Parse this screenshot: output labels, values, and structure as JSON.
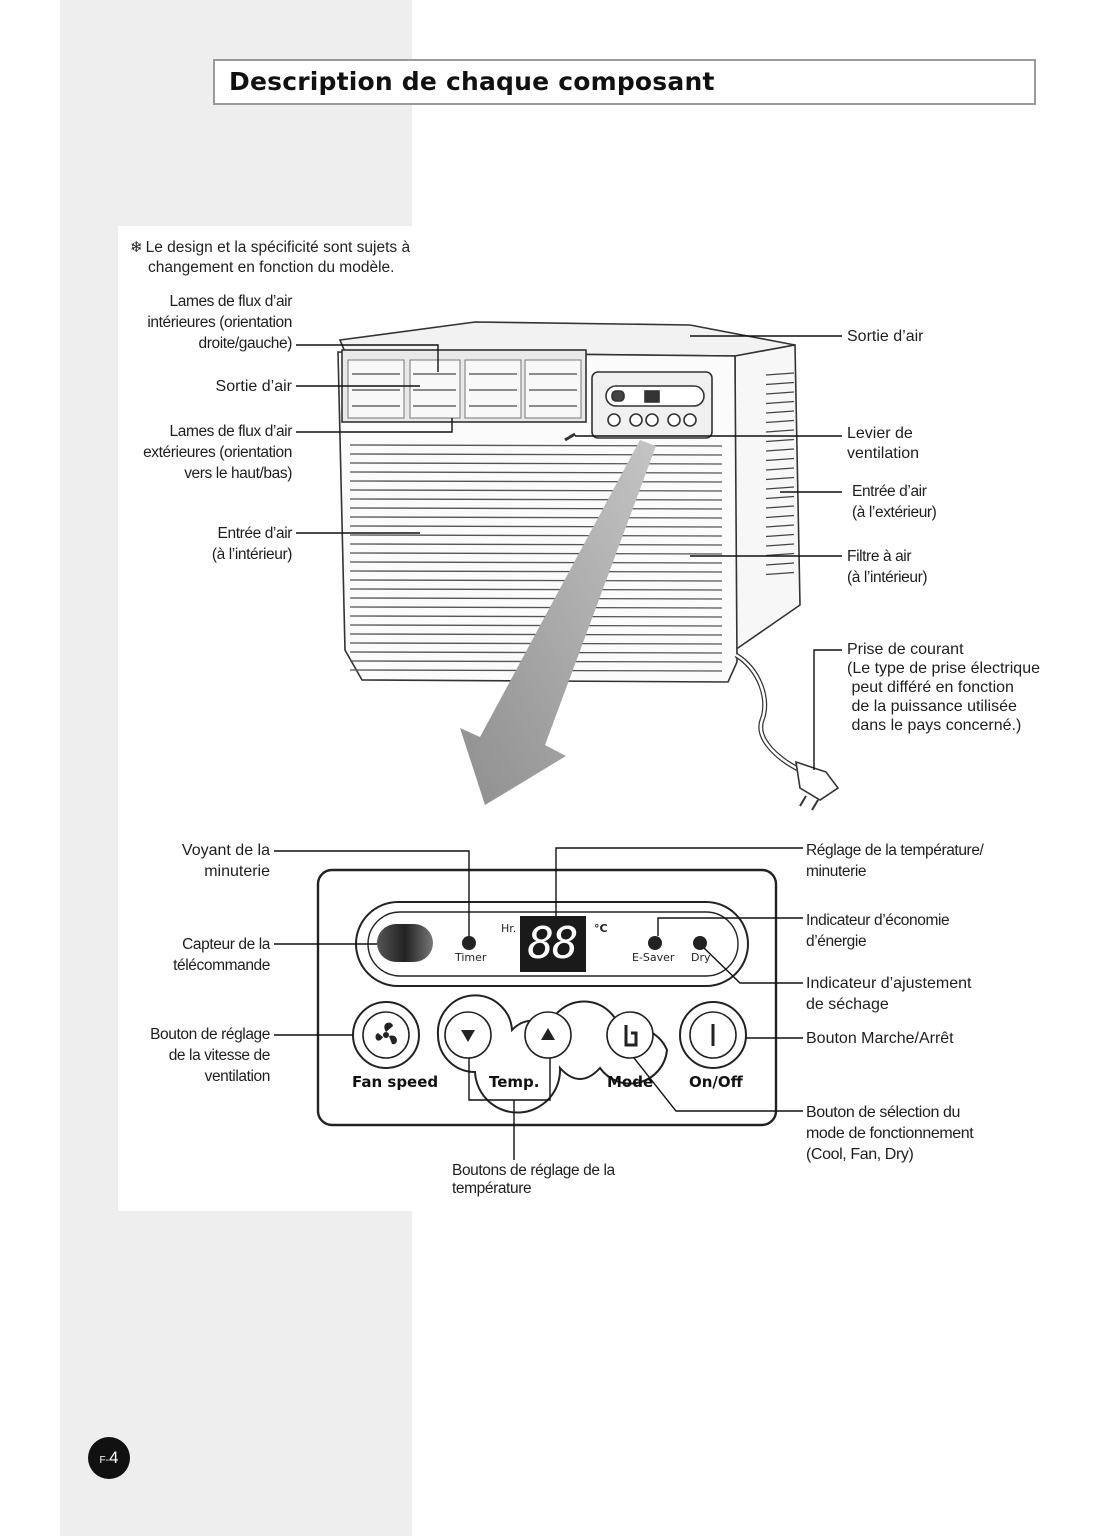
{
  "title": "Description de chaque composant",
  "note": {
    "symbol": "❄",
    "line1": "Le design et la spécificité sont sujets à",
    "line2": "changement en fonction du modèle."
  },
  "unit_labels": {
    "lames_int": "Lames de flux d’air\nintérieures (orientation\ndroite/gauche)",
    "sortie_left": "Sortie d’air",
    "lames_ext": "Lames de flux d’air\nextérieures (orientation\nvers le haut/bas)",
    "entree_int": "Entrée d’air\n(à l’intérieur)",
    "sortie_right": "Sortie d’air",
    "levier": "Levier de\nventilation",
    "entree_ext": "Entrée d’air\n(à l’extérieur)",
    "filtre": "Filtre à air\n(à l’intérieur)",
    "prise": "Prise de courant\n(Le type de prise électrique\n peut différé en fonction\n de la puissance utilisée\n dans le pays concerné.)"
  },
  "panel_labels": {
    "voyant": "Voyant de la\nminuterie",
    "capteur": "Capteur de la\ntélécommande",
    "bouton_vitesse": "Bouton de réglage\nde la vitesse de\nventilation",
    "reglage_temp": "Réglage de la température/\nminuterie",
    "indic_eco": "Indicateur d’économie\nd’énergie",
    "indic_sechage": "Indicateur d’ajustement\nde séchage",
    "bouton_marche": "Bouton Marche/Arrêt",
    "bouton_mode": "Bouton de sélection du\nmode de fonctionnement\n(Cool, Fan, Dry)",
    "boutons_temp": "Boutons de réglage de la\ntempérature"
  },
  "control_panel": {
    "hr": "Hr.",
    "celsius": "°C",
    "display": "88",
    "timer": "Timer",
    "esaver": "E-Saver",
    "dry": "Dry",
    "fan_speed": "Fan speed",
    "temp": "Temp.",
    "mode": "Mode",
    "onoff": "On/Off"
  },
  "page_number": {
    "prefix": "F-",
    "number": "4"
  }
}
